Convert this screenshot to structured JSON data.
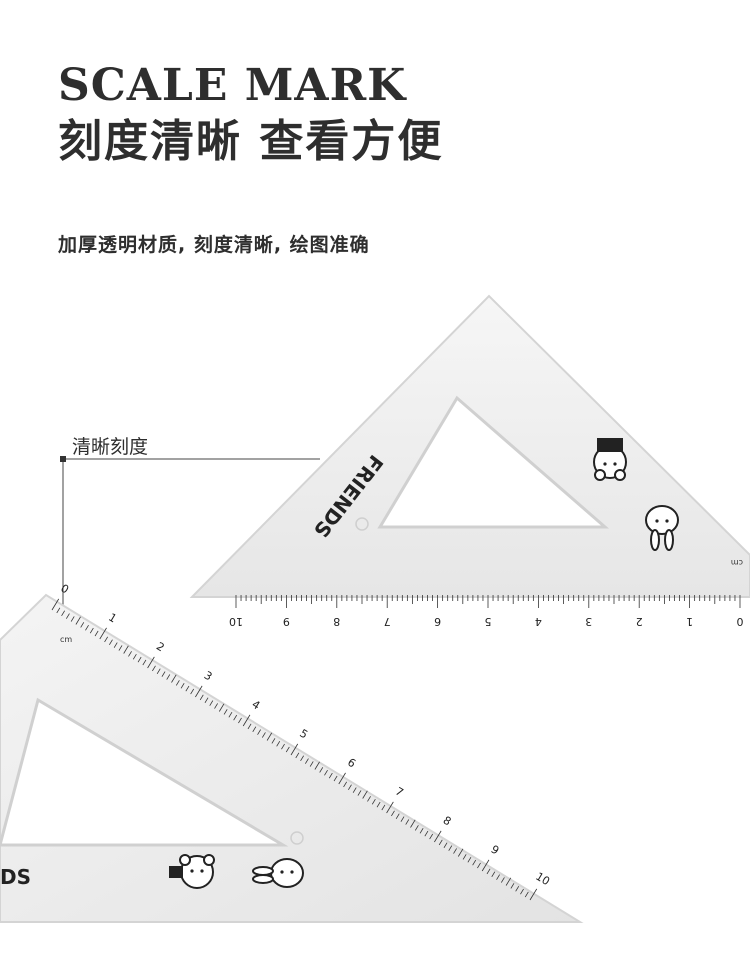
{
  "heading": {
    "en": "SCALE MARK",
    "zh": "刻度清晰 查看方便"
  },
  "subtitle": "加厚透明材质, 刻度清晰, 绘图准确",
  "callout": {
    "label": "清晰刻度"
  },
  "ruler_top": {
    "brand": "FRIENDS",
    "unit": "cm",
    "scale": [
      "10",
      "9",
      "8",
      "7",
      "6",
      "5",
      "4",
      "3",
      "2",
      "1",
      "0"
    ]
  },
  "ruler_bottom": {
    "brand_partial": "DS",
    "unit": "cm",
    "scale": [
      "0",
      "1",
      "2",
      "3",
      "4",
      "5",
      "6",
      "7",
      "8",
      "9",
      "10"
    ]
  },
  "colors": {
    "text": "#2e2e2e",
    "ruler_fill": "#eeeeee",
    "ruler_edge": "#cfcfcf",
    "tick": "#333333"
  }
}
